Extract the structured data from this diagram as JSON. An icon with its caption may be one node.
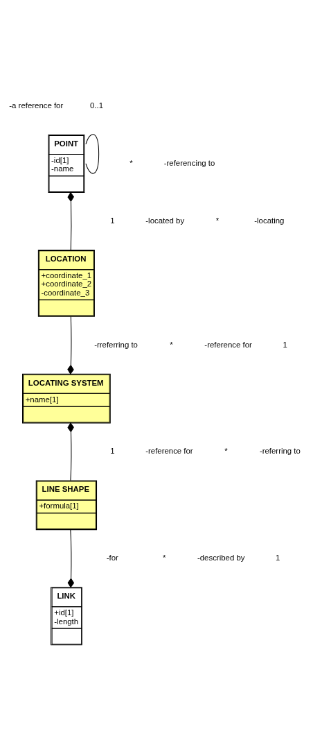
{
  "diagram": {
    "nodes": [
      {
        "text": [
          "POINT",
          "-id[1]",
          "-name"
        ]
      },
      {
        "text": [
          "LOCATION",
          "+coordinate_1",
          "+coordinate_2",
          "-coordinate_3"
        ]
      },
      {
        "text": [
          "LOCATING SYSTEM",
          "+name[1]"
        ]
      },
      {
        "text": [
          "LINE SHAPE",
          "+formula[1]"
        ]
      },
      {
        "text": [
          "LINK",
          "+id[1]",
          "-length"
        ]
      }
    ],
    "edges": [
      {
        "from": 0,
        "to": 0,
        "arrow": "none"
      },
      {
        "from": 0,
        "to": 1,
        "arrow": "other"
      },
      {
        "from": 2,
        "to": 1,
        "arrow": "other"
      },
      {
        "from": 2,
        "to": 3,
        "arrow": "other"
      },
      {
        "from": 4,
        "to": 3,
        "arrow": "other"
      }
    ],
    "labels": [
      "-a reference for",
      "0..1",
      "*",
      "-referencing to",
      "1",
      "-located by",
      "*",
      "-locating",
      "-rreferring to",
      "*",
      "-reference for",
      "1",
      "1",
      "-reference for",
      "*",
      "-referring to",
      "-for",
      "*",
      "-described by",
      "1"
    ]
  }
}
